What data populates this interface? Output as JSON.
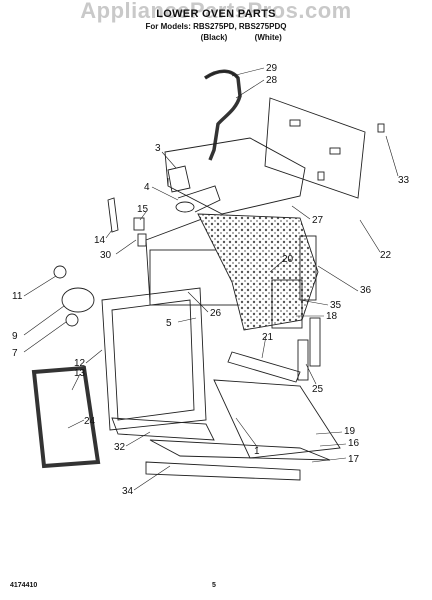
{
  "watermark": "AppliancePartsPros.com",
  "header": {
    "title": "LOWER OVEN PARTS",
    "subtitle": "For Models: RBS275PD, RBS275PDQ",
    "variants": [
      "(Black)",
      "(White)"
    ]
  },
  "callouts": [
    "29",
    "28",
    "3",
    "33",
    "4",
    "15",
    "27",
    "14",
    "30",
    "22",
    "20",
    "36",
    "11",
    "35",
    "9",
    "26",
    "5",
    "18",
    "7",
    "12",
    "21",
    "13",
    "25",
    "24",
    "1",
    "19",
    "16",
    "17",
    "32",
    "34"
  ],
  "footer": {
    "part_number": "4174410",
    "page": "5"
  }
}
